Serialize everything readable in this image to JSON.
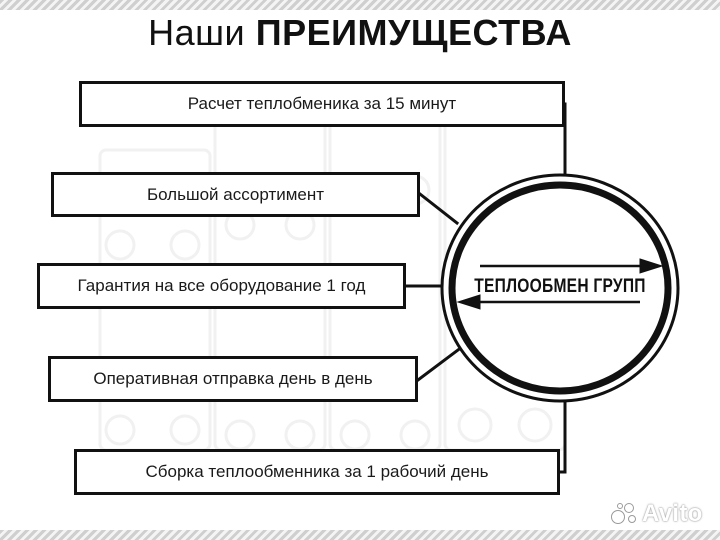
{
  "title": {
    "prefix": "Наши",
    "emphasis": "ПРЕИМУЩЕСТВА"
  },
  "advantages": [
    "Расчет теплобменика за 15 минут",
    "Большой ассортимент",
    "Гарантия на все оборудование 1 год",
    "Оперативная отправка день в день",
    "Сборка теплообменника за 1 рабочий день"
  ],
  "logo": {
    "text": "ТЕПЛООБМЕН ГРУПП",
    "icon": "double-arrow-logo-icon"
  },
  "watermark": {
    "text": "Avito",
    "icon": "avito-dots-icon"
  },
  "colors": {
    "ink": "#111111",
    "background": "#ffffff",
    "watermark": "#ffffff"
  }
}
